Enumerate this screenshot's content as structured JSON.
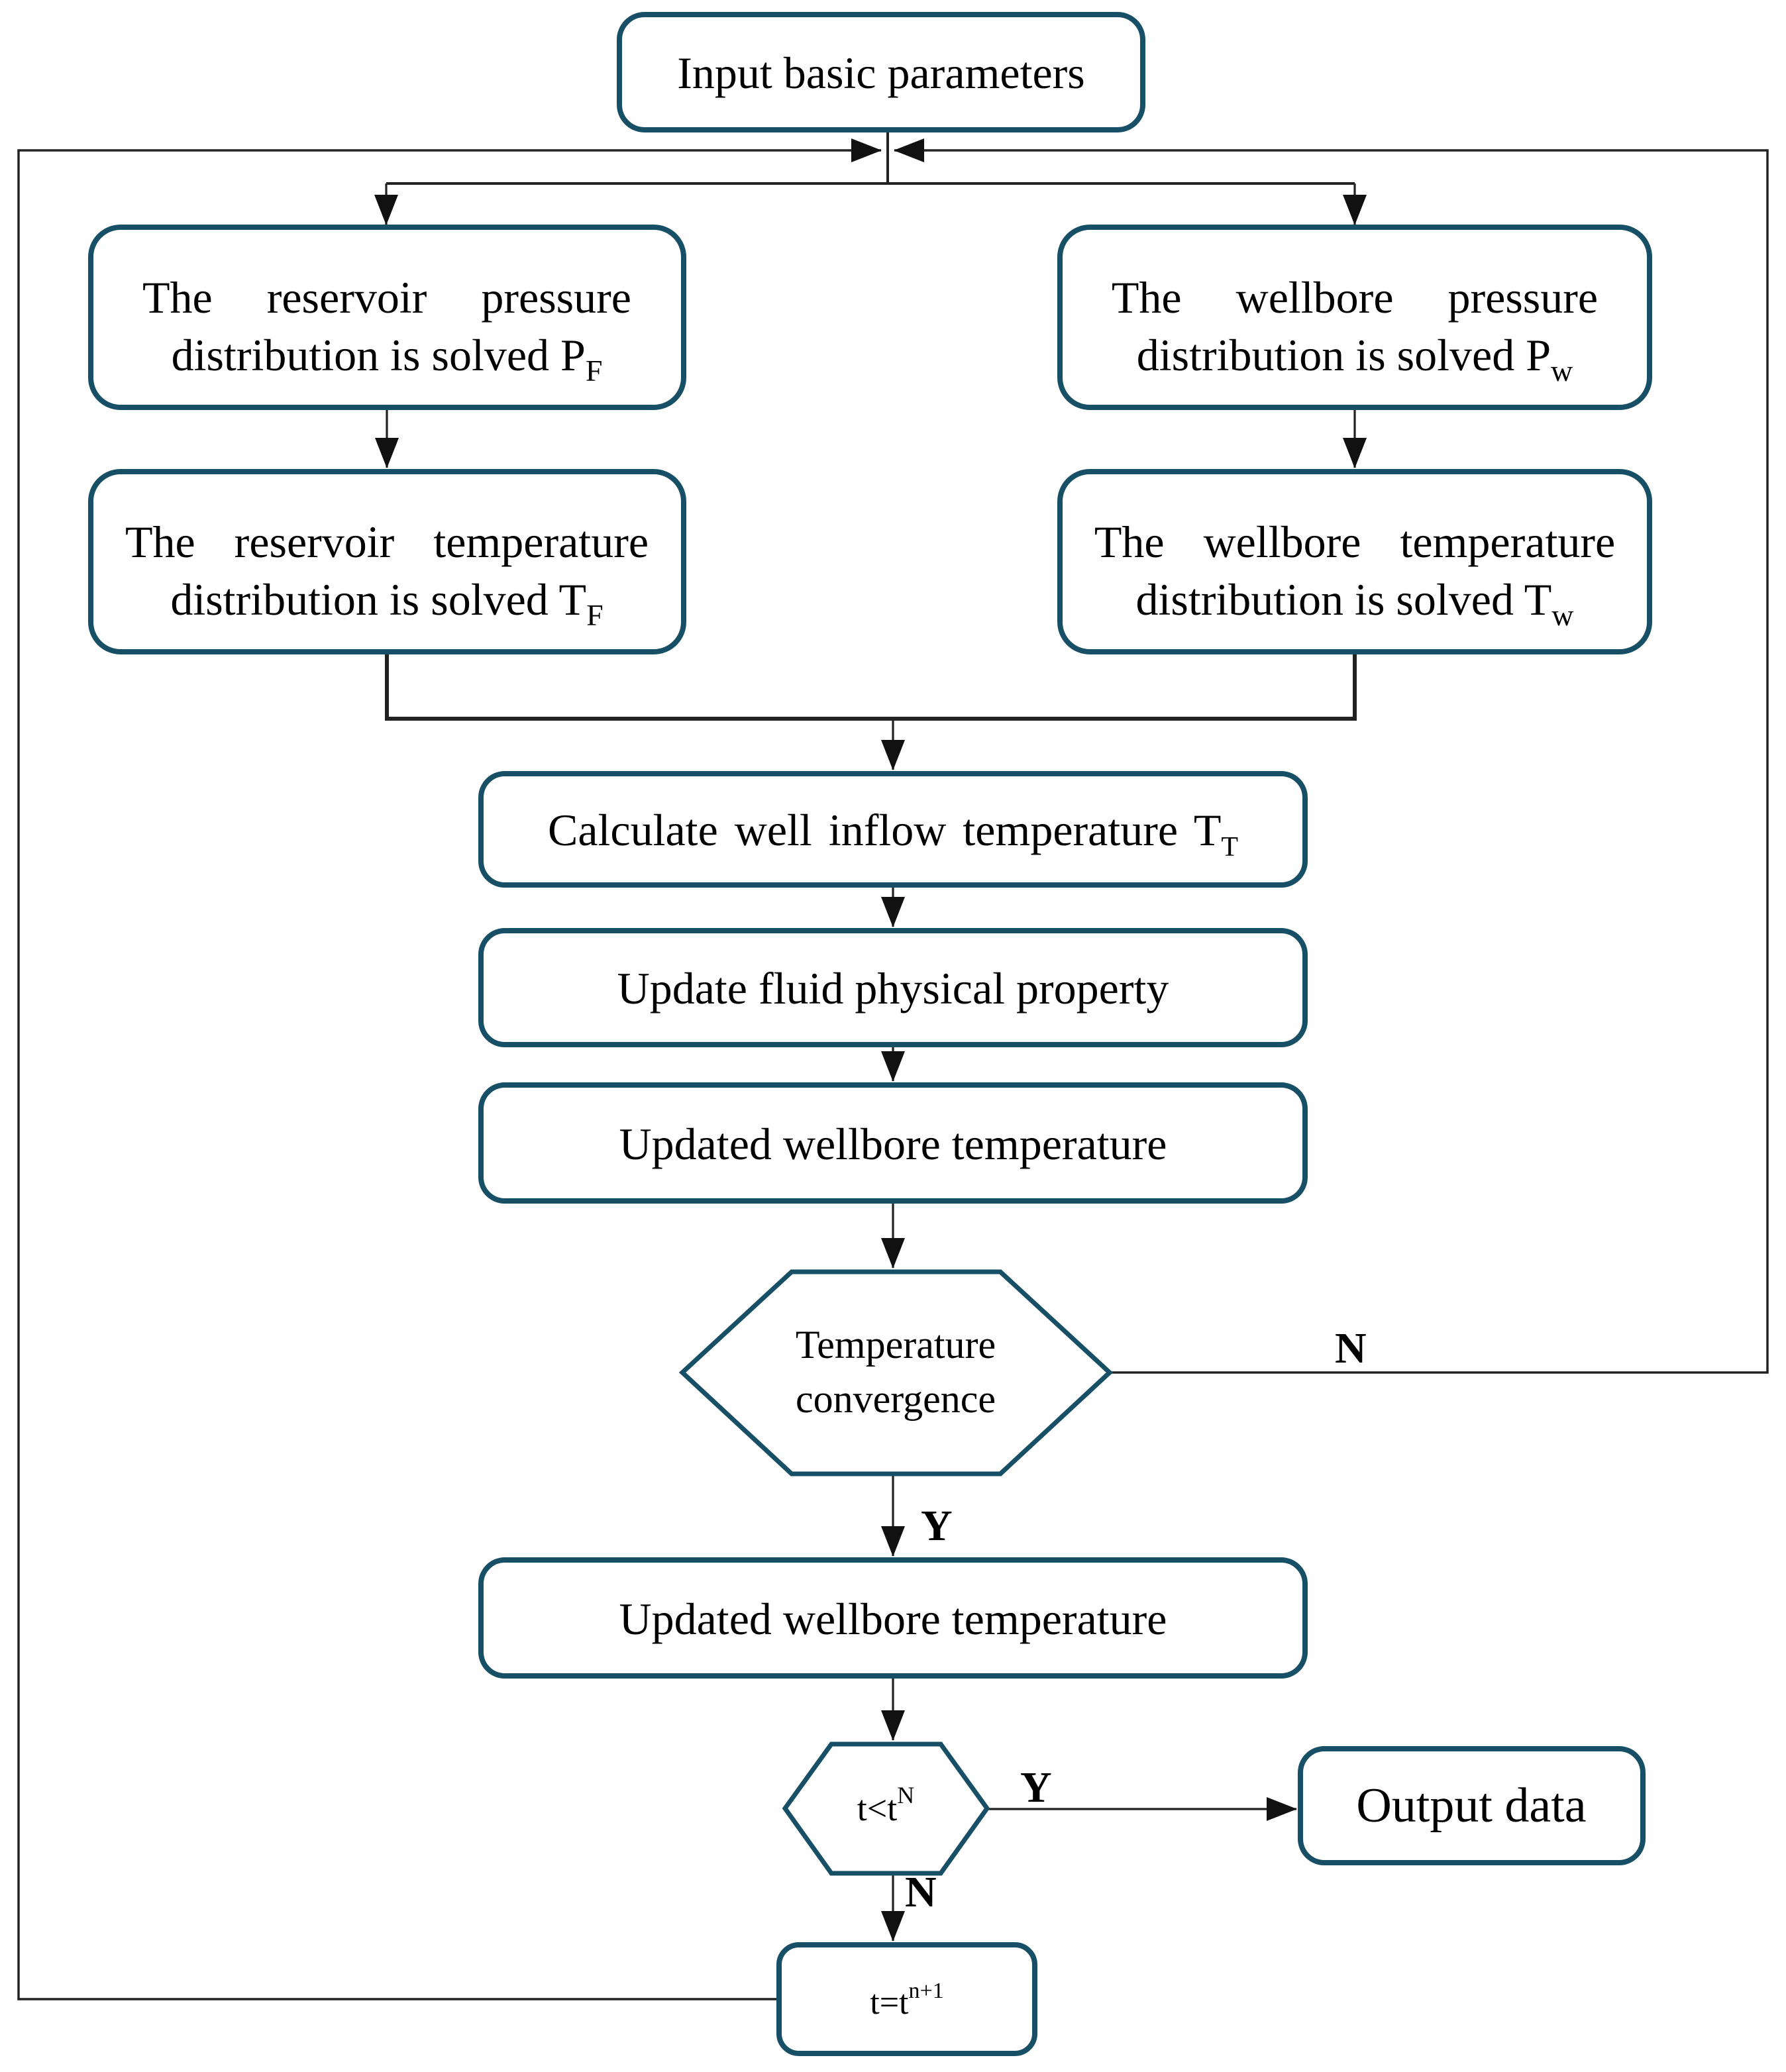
{
  "figure": {
    "background": "#ffffff",
    "node_border_color": "#175066",
    "connector_color": "#222222",
    "text_color": "#000000",
    "nodes": {
      "input_basic": {
        "label": "Input basic parameters"
      },
      "reservoir_pressure": {
        "line1": "The reservoir pressure",
        "line2": "distribution is solved P",
        "sub": "F"
      },
      "wellbore_pressure": {
        "line1": "The wellbore pressure",
        "line2": "distribution is solved P",
        "sub": "w"
      },
      "reservoir_temperature": {
        "line1": "The reservoir temperature",
        "line2": "distribution is solved T",
        "sub": "F"
      },
      "wellbore_temperature": {
        "line1": "The wellbore temperature",
        "line2": "distribution is solved T",
        "sub": "w"
      },
      "calculate_inflow": {
        "main": "Calculate well inflow temperature T",
        "sub": "T"
      },
      "update_fluid": {
        "label": "Update fluid physical property"
      },
      "updated_wellbore_1": {
        "label": "Updated wellbore temperature"
      },
      "temperature_convergence": {
        "line1": "Temperature",
        "line2": "convergence"
      },
      "updated_wellbore_2": {
        "label": "Updated wellbore temperature"
      },
      "time_check": {
        "main": "t<t",
        "sup": "N"
      },
      "output_data": {
        "label": "Output data"
      },
      "time_step": {
        "main": "t=t",
        "sup": "n+1"
      }
    },
    "edge_labels": {
      "convergence_no": "N",
      "convergence_yes": "Y",
      "time_yes": "Y",
      "time_no": "N"
    }
  }
}
